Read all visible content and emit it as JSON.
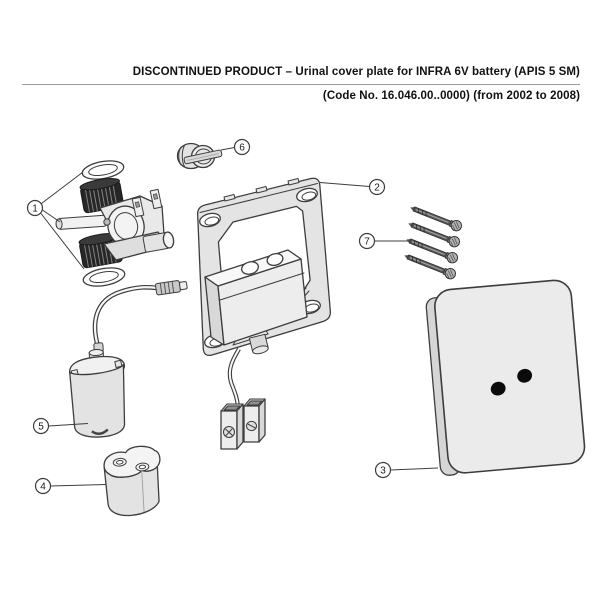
{
  "header": {
    "title": "DISCONTINUED PRODUCT – Urinal cover plate for INFRA 6V battery (APIS 5 SM)",
    "subtitle": "(Code No. 16.046.00..0000) (from 2002 to 2008)"
  },
  "diagram": {
    "type": "exploded-parts-diagram",
    "parts": [
      {
        "number": "1",
        "name": "solenoid-valve-with-seal-rings"
      },
      {
        "number": "2",
        "name": "mounting-frame-with-sensor-module"
      },
      {
        "number": "3",
        "name": "cover-plate-with-sensor-windows"
      },
      {
        "number": "4",
        "name": "6v-battery"
      },
      {
        "number": "5",
        "name": "battery-holder-with-cable"
      },
      {
        "number": "6",
        "name": "valve-cap"
      },
      {
        "number": "7",
        "name": "fixing-screws"
      }
    ]
  }
}
